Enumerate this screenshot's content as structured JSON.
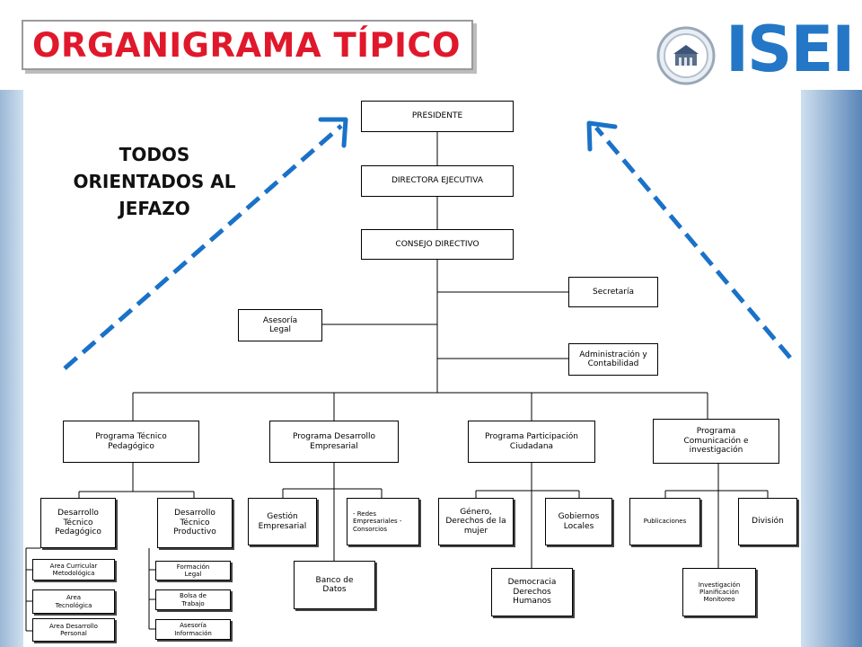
{
  "title": "ORGANIGRAMA TÍPICO",
  "logo_text": "ISEI",
  "side_note": [
    "TODOS",
    "ORIENTADOS AL",
    "JEFAZO"
  ],
  "colors": {
    "title": "#e0182b",
    "accent": "#2377c6",
    "arrow": "#1a72c8"
  },
  "icons": {
    "logo": "seal-icon",
    "arrows": "dashed-arrow-icon"
  },
  "org": {
    "presidente": "PRESIDENTE",
    "directora": "DIRECTORA EJECUTIVA",
    "consejo": "CONSEJO DIRECTIVO",
    "secretaria": "Secretaría",
    "asesoria_legal": "Asesoría Legal",
    "administracion": "Administración y Contabilidad",
    "programas": [
      {
        "label": "Programa Técnico Pedagógico"
      },
      {
        "label": "Programa Desarrollo Empresarial"
      },
      {
        "label": "Programa Participación Ciudadana"
      },
      {
        "label": "Programa Comunicación e investigación"
      }
    ],
    "dtp": "Desarrollo Técnico Pedagógico",
    "dtprod": "Desarrollo Técnico Productivo",
    "area_curricular": "Area Curricular Metodológica",
    "area_tecnologica": "Area Tecnológica",
    "area_personal": "Area Desarrollo Personal",
    "formacion_legal": "Formación Legal",
    "bolsa_trabajo": "Bolsa de Trabajo",
    "asesoria_informacion": "Asesoría Información",
    "gestion": "Gestión Empresarial",
    "redes": "- Redes Empresariales - Consorcios",
    "banco": "Banco de Datos",
    "genero": "Género, Derechos de la mujer",
    "gobiernos": "Gobiernos Locales",
    "democracia": "Democracia Derechos Humanos",
    "publicaciones": "Publicaciones",
    "division": "División",
    "investigacion": "Investigación Planificación Monitoreo"
  }
}
